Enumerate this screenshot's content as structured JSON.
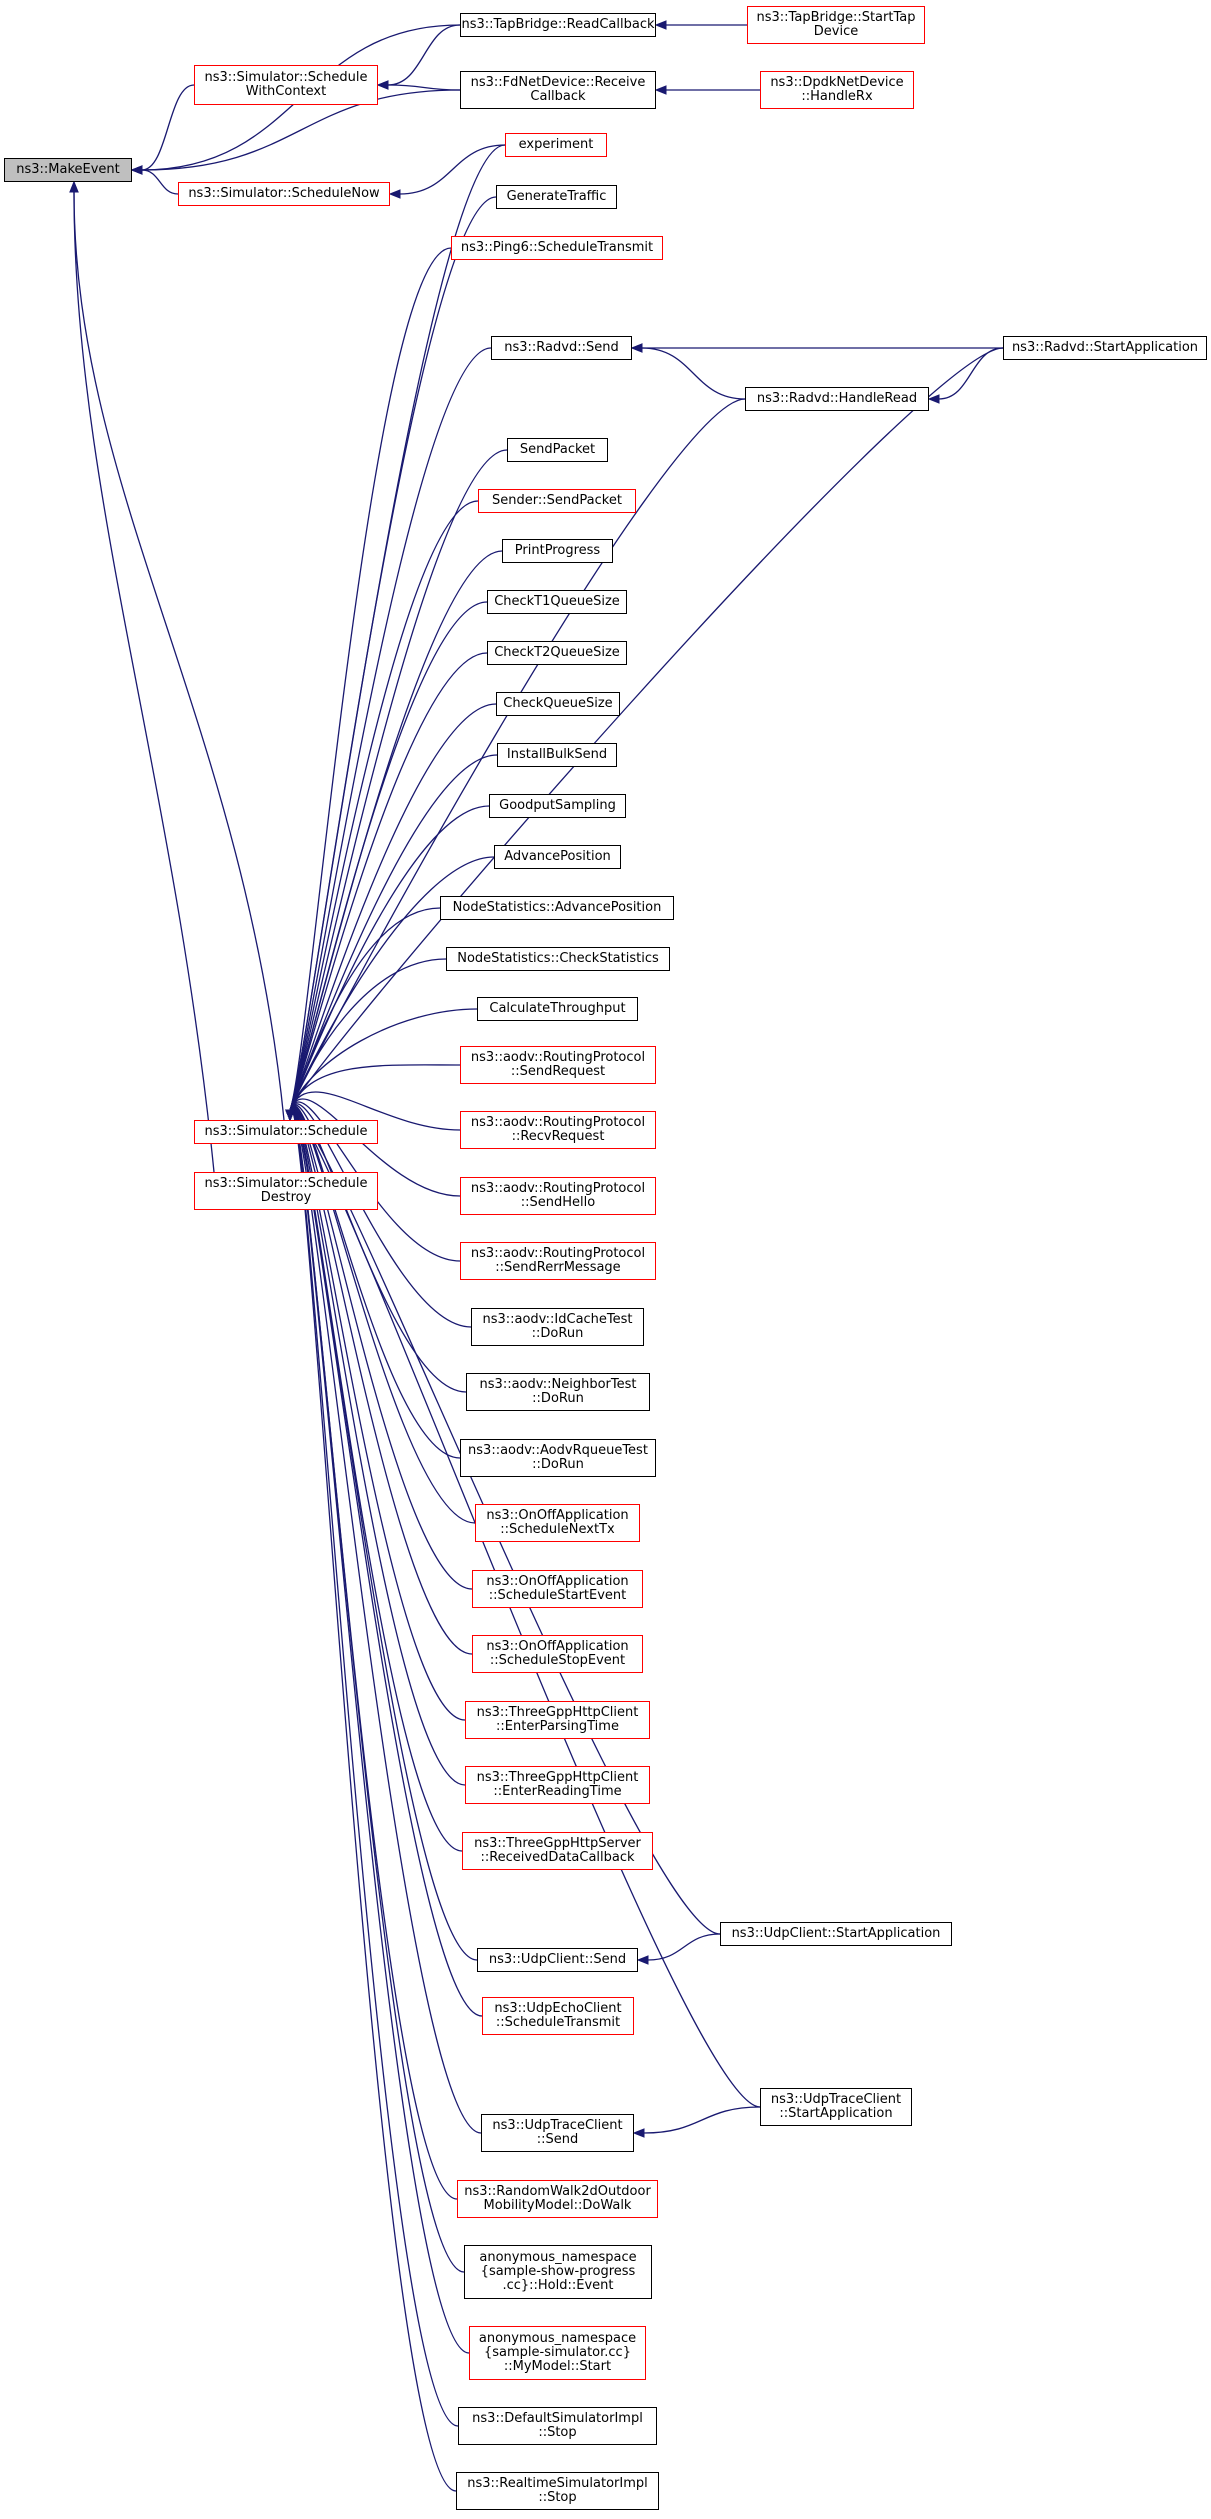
{
  "graph": {
    "edge_color": "#191970",
    "colors": {
      "black_border": "#000000",
      "red_border": "#ff0000",
      "focus_fill": "#bfbfbf"
    },
    "nodes": {
      "makeevent": {
        "label": "ns3::MakeEvent",
        "style": "gray"
      },
      "tapreadcb": {
        "label": "ns3::TapBridge::ReadCallback",
        "style": "black"
      },
      "tapstartdev": {
        "label": "ns3::TapBridge::StartTap\nDevice",
        "style": "red"
      },
      "schedwithctx": {
        "label": "ns3::Simulator::Schedule\nWithContext",
        "style": "red"
      },
      "fdnetrecv": {
        "label": "ns3::FdNetDevice::Receive\nCallback",
        "style": "black"
      },
      "dpdkrx": {
        "label": "ns3::DpdkNetDevice\n::HandleRx",
        "style": "red"
      },
      "schednow": {
        "label": "ns3::Simulator::ScheduleNow",
        "style": "red"
      },
      "experiment": {
        "label": "experiment",
        "style": "red"
      },
      "gentraffic": {
        "label": "GenerateTraffic",
        "style": "black"
      },
      "ping6": {
        "label": "ns3::Ping6::ScheduleTransmit",
        "style": "red"
      },
      "radvdsend": {
        "label": "ns3::Radvd::Send",
        "style": "black"
      },
      "radvdstart": {
        "label": "ns3::Radvd::StartApplication",
        "style": "black"
      },
      "radvdread": {
        "label": "ns3::Radvd::HandleRead",
        "style": "black"
      },
      "sendpacket": {
        "label": "SendPacket",
        "style": "black"
      },
      "sendersend": {
        "label": "Sender::SendPacket",
        "style": "red"
      },
      "printprog": {
        "label": "PrintProgress",
        "style": "black"
      },
      "checkt1": {
        "label": "CheckT1QueueSize",
        "style": "black"
      },
      "checkt2": {
        "label": "CheckT2QueueSize",
        "style": "black"
      },
      "checkq": {
        "label": "CheckQueueSize",
        "style": "black"
      },
      "installbulk": {
        "label": "InstallBulkSend",
        "style": "black"
      },
      "goodput": {
        "label": "GoodputSampling",
        "style": "black"
      },
      "advpos": {
        "label": "AdvancePosition",
        "style": "black"
      },
      "nsadvpos": {
        "label": "NodeStatistics::AdvancePosition",
        "style": "black"
      },
      "nscheckstats": {
        "label": "NodeStatistics::CheckStatistics",
        "style": "black"
      },
      "calcthru": {
        "label": "CalculateThroughput",
        "style": "black"
      },
      "schedule": {
        "label": "ns3::Simulator::Schedule",
        "style": "red"
      },
      "scheddestroy": {
        "label": "ns3::Simulator::Schedule\nDestroy",
        "style": "red"
      },
      "aodvsendreq": {
        "label": "ns3::aodv::RoutingProtocol\n::SendRequest",
        "style": "red"
      },
      "aodvrecvreq": {
        "label": "ns3::aodv::RoutingProtocol\n::RecvRequest",
        "style": "red"
      },
      "aodvhello": {
        "label": "ns3::aodv::RoutingProtocol\n::SendHello",
        "style": "red"
      },
      "aodvrerr": {
        "label": "ns3::aodv::RoutingProtocol\n::SendRerrMessage",
        "style": "red"
      },
      "idcache": {
        "label": "ns3::aodv::IdCacheTest\n::DoRun",
        "style": "black"
      },
      "neighbortest": {
        "label": "ns3::aodv::NeighborTest\n::DoRun",
        "style": "black"
      },
      "rqueuetest": {
        "label": "ns3::aodv::AodvRqueueTest\n::DoRun",
        "style": "black"
      },
      "onoffnext": {
        "label": "ns3::OnOffApplication\n::ScheduleNextTx",
        "style": "red"
      },
      "onoffstart": {
        "label": "ns3::OnOffApplication\n::ScheduleStartEvent",
        "style": "red"
      },
      "onoffstop": {
        "label": "ns3::OnOffApplication\n::ScheduleStopEvent",
        "style": "red"
      },
      "httpparse": {
        "label": "ns3::ThreeGppHttpClient\n::EnterParsingTime",
        "style": "red"
      },
      "httpread": {
        "label": "ns3::ThreeGppHttpClient\n::EnterReadingTime",
        "style": "red"
      },
      "httpserver": {
        "label": "ns3::ThreeGppHttpServer\n::ReceivedDataCallback",
        "style": "red"
      },
      "udpclientstart": {
        "label": "ns3::UdpClient::StartApplication",
        "style": "black"
      },
      "udpclientsend": {
        "label": "ns3::UdpClient::Send",
        "style": "black"
      },
      "udpecho": {
        "label": "ns3::UdpEchoClient\n::ScheduleTransmit",
        "style": "red"
      },
      "udptracestart": {
        "label": "ns3::UdpTraceClient\n::StartApplication",
        "style": "black"
      },
      "udptracesend": {
        "label": "ns3::UdpTraceClient\n::Send",
        "style": "black"
      },
      "randomwalk": {
        "label": "ns3::RandomWalk2dOutdoor\nMobilityModel::DoWalk",
        "style": "red"
      },
      "holdevent": {
        "label": "anonymous_namespace\n{sample-show-progress\n.cc}::Hold::Event",
        "style": "black"
      },
      "mymodel": {
        "label": "anonymous_namespace\n{sample-simulator.cc}\n::MyModel::Start",
        "style": "red"
      },
      "defaultstop": {
        "label": "ns3::DefaultSimulatorImpl\n::Stop",
        "style": "black"
      },
      "realtimestop": {
        "label": "ns3::RealtimeSimulatorImpl\n::Stop",
        "style": "black"
      }
    },
    "edges": [
      [
        "tapreadcb",
        "makeevent"
      ],
      [
        "schedwithctx",
        "makeevent"
      ],
      [
        "fdnetrecv",
        "makeevent"
      ],
      [
        "schednow",
        "makeevent"
      ],
      [
        "schedule",
        "makeevent"
      ],
      [
        "scheddestroy",
        "makeevent"
      ],
      [
        "tapstartdev",
        "tapreadcb"
      ],
      [
        "fdnetrecv",
        "schedwithctx"
      ],
      [
        "tapreadcb",
        "schedwithctx"
      ],
      [
        "dpdkrx",
        "fdnetrecv"
      ],
      [
        "experiment",
        "schednow"
      ],
      [
        "radvdstart",
        "radvdsend"
      ],
      [
        "radvdread",
        "radvdsend"
      ],
      [
        "radvdstart",
        "radvdread"
      ],
      [
        "udpclientstart",
        "udpclientsend"
      ],
      [
        "udptracestart",
        "udptracesend"
      ],
      [
        "experiment",
        "schedule"
      ],
      [
        "gentraffic",
        "schedule"
      ],
      [
        "ping6",
        "schedule"
      ],
      [
        "radvdstart",
        "schedule"
      ],
      [
        "radvdsend",
        "schedule"
      ],
      [
        "radvdread",
        "schedule"
      ],
      [
        "sendpacket",
        "schedule"
      ],
      [
        "sendersend",
        "schedule"
      ],
      [
        "printprog",
        "schedule"
      ],
      [
        "checkt1",
        "schedule"
      ],
      [
        "checkt2",
        "schedule"
      ],
      [
        "checkq",
        "schedule"
      ],
      [
        "installbulk",
        "schedule"
      ],
      [
        "goodput",
        "schedule"
      ],
      [
        "advpos",
        "schedule"
      ],
      [
        "nsadvpos",
        "schedule"
      ],
      [
        "nscheckstats",
        "schedule"
      ],
      [
        "calcthru",
        "schedule"
      ],
      [
        "aodvsendreq",
        "schedule"
      ],
      [
        "aodvrecvreq",
        "schedule"
      ],
      [
        "aodvhello",
        "schedule"
      ],
      [
        "aodvrerr",
        "schedule"
      ],
      [
        "idcache",
        "schedule"
      ],
      [
        "neighbortest",
        "schedule"
      ],
      [
        "rqueuetest",
        "schedule"
      ],
      [
        "onoffnext",
        "schedule"
      ],
      [
        "onoffstart",
        "schedule"
      ],
      [
        "onoffstop",
        "schedule"
      ],
      [
        "httpparse",
        "schedule"
      ],
      [
        "httpread",
        "schedule"
      ],
      [
        "httpserver",
        "schedule"
      ],
      [
        "udpclientstart",
        "schedule"
      ],
      [
        "udpclientsend",
        "schedule"
      ],
      [
        "udpecho",
        "schedule"
      ],
      [
        "udptracestart",
        "schedule"
      ],
      [
        "udptracesend",
        "schedule"
      ],
      [
        "randomwalk",
        "schedule"
      ],
      [
        "holdevent",
        "schedule"
      ],
      [
        "mymodel",
        "schedule"
      ],
      [
        "defaultstop",
        "schedule"
      ],
      [
        "realtimestop",
        "schedule"
      ]
    ]
  }
}
